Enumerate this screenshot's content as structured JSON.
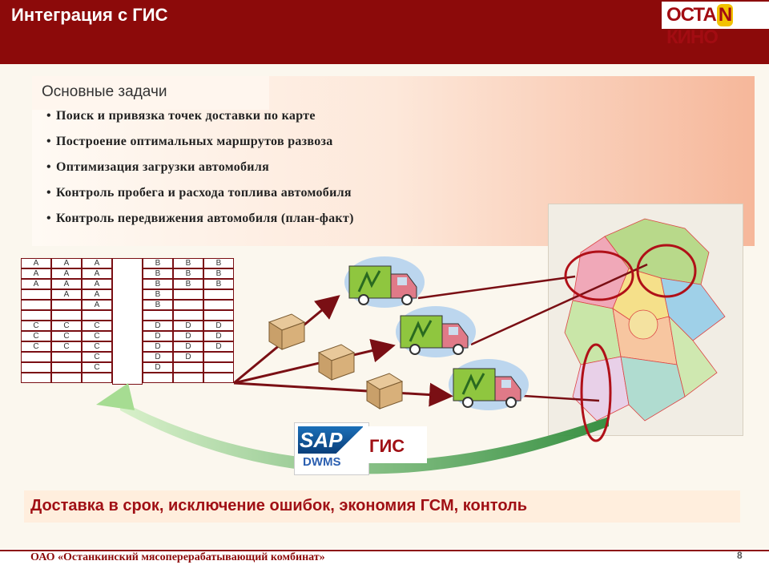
{
  "header": {
    "title": "Интеграция с ГИС"
  },
  "logo": {
    "pre": "ОСТА",
    "n": "N",
    "post": "КИНО"
  },
  "tasks": {
    "title": "Основные задачи",
    "items": [
      "Поиск и привязка точек доставки по карте",
      "Построение оптимальных маршрутов развоза",
      "Оптимизация загрузки автомобиля",
      "Контроль пробега и расхода топлива автомобиля",
      "Контроль передвижения автомобиля (план-факт)"
    ]
  },
  "sap": {
    "logo": "SAP",
    "label": "DWMS"
  },
  "gis": {
    "label": "ГИС"
  },
  "summary": {
    "text": "Доставка в срок, исключение ошибок, экономия ГСМ, контоль"
  },
  "footer": {
    "company": "ОАО «Останкинский мясоперерабатывающий комбинат»",
    "page": "8"
  },
  "rack": {
    "columns_a": [
      [
        "А",
        "А",
        "А",
        ""
      ],
      [
        "А",
        "А",
        "А",
        "А"
      ],
      [
        "А",
        "А",
        "А",
        "А",
        "А"
      ]
    ],
    "columns_b": [
      [
        "В",
        "В",
        "В",
        "В",
        "В"
      ],
      [
        "В",
        "В",
        "В"
      ],
      [
        "В",
        "В",
        "В"
      ]
    ],
    "columns_c": [
      [
        "С",
        "С",
        "С"
      ],
      [
        "С",
        "С",
        "С"
      ],
      [
        "С",
        "С",
        "С",
        "С",
        "С"
      ]
    ],
    "columns_d": [
      [
        "D",
        "D",
        "D",
        "D",
        "D"
      ],
      [
        "D",
        "D",
        "D",
        "D"
      ],
      [
        "D",
        "D",
        "D"
      ]
    ]
  },
  "colors": {
    "accent": "#8c0a0a",
    "arrow": "#7a0f14",
    "ellipse": "#b01018"
  }
}
